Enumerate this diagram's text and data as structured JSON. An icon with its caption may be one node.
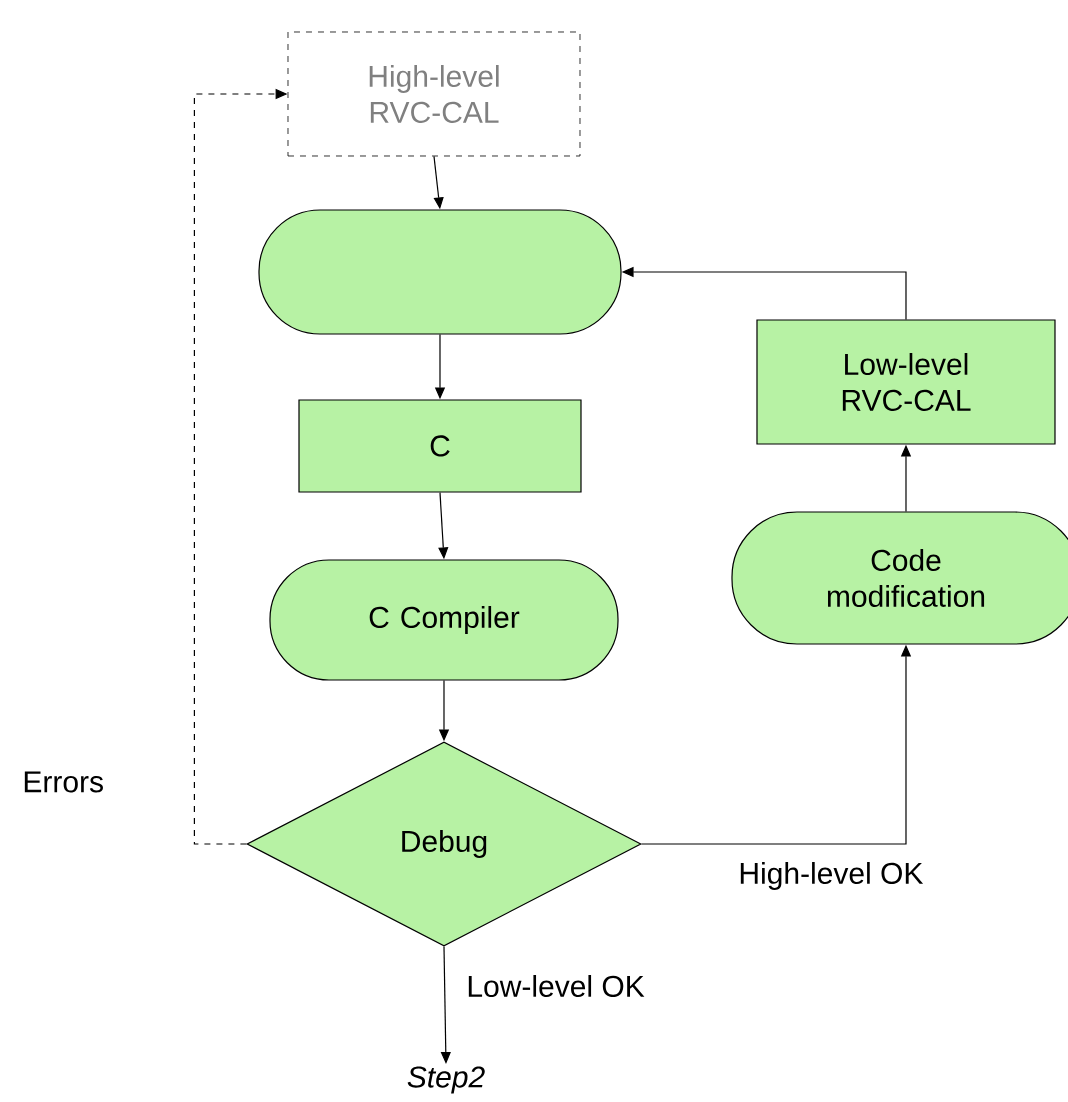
{
  "diagram": {
    "nodes": [
      {
        "text": [
          "High-level RVC-CAL"
        ]
      },
      {
        "text": [],
        "shape": "box"
      },
      {
        "text": [
          "C"
        ]
      },
      {
        "text": [
          "C Compiler"
        ]
      },
      {
        "text": [
          "Debug"
        ]
      },
      {
        "text": [
          "Step2"
        ]
      },
      {
        "text": [
          "Code modification"
        ]
      },
      {
        "text": [
          "Low-level RVC-CAL"
        ]
      }
    ],
    "edges": [
      {
        "from": 0,
        "to": 1,
        "arrow": "to"
      },
      {
        "from": 1,
        "to": 2,
        "arrow": "to"
      },
      {
        "from": 2,
        "to": 3,
        "arrow": "to"
      },
      {
        "from": 3,
        "to": 4,
        "arrow": "to"
      },
      {
        "from": 4,
        "to": 5,
        "arrow": "to",
        "label": "Low-level OK"
      },
      {
        "from": 4,
        "to": 6,
        "arrow": "to",
        "label": "High-level OK"
      },
      {
        "from": 6,
        "to": 7,
        "arrow": "to"
      },
      {
        "from": 7,
        "to": 1,
        "arrow": "to"
      },
      {
        "from": 4,
        "to": 0,
        "arrow": "to",
        "label": "Errors",
        "style": "dashed"
      }
    ]
  }
}
